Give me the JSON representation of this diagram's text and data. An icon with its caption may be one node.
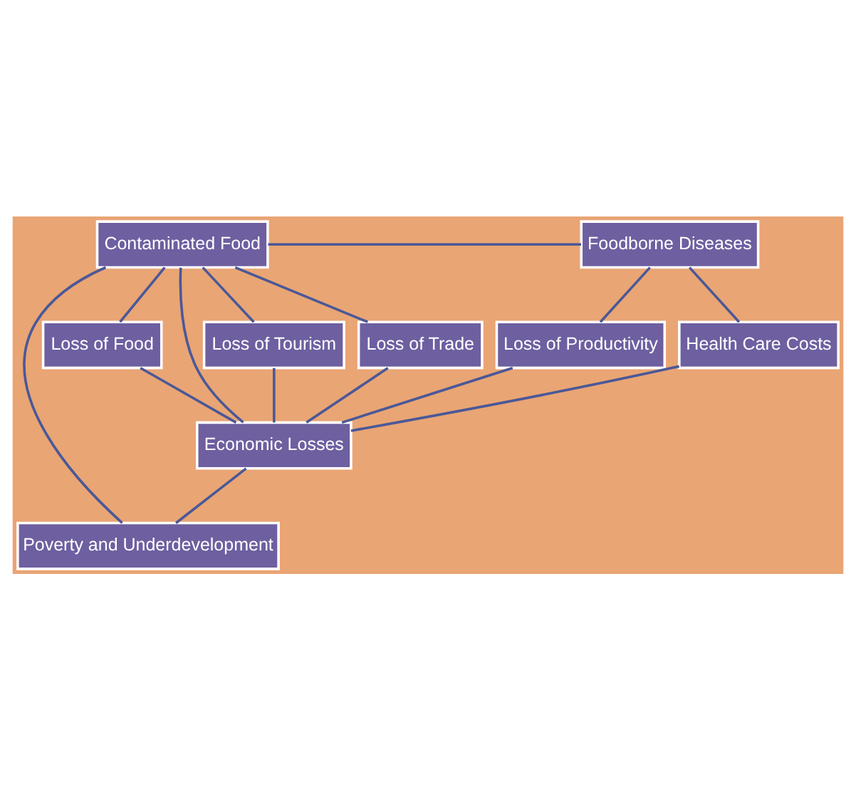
{
  "diagram": {
    "nodes": [
      {
        "text": [
          "Contaminated Food"
        ]
      },
      {
        "text": [
          "Foodborne Diseases"
        ]
      },
      {
        "text": [
          "Loss of Tourism"
        ]
      },
      {
        "text": [
          "Loss of Trade"
        ]
      },
      {
        "text": [
          "Loss of Food"
        ]
      },
      {
        "text": [
          "Health Care Costs"
        ]
      },
      {
        "text": [
          "Loss of Productivity"
        ]
      },
      {
        "text": [
          "Economic Losses"
        ]
      },
      {
        "text": [
          "Poverty and Underdevelopment"
        ]
      }
    ],
    "edges": [
      {
        "from": 0,
        "to": 1,
        "arrow": "none"
      },
      {
        "from": 0,
        "to": 2,
        "arrow": "none"
      },
      {
        "from": 0,
        "to": 3,
        "arrow": "none"
      },
      {
        "from": 0,
        "to": 4,
        "arrow": "none"
      },
      {
        "from": 1,
        "to": 5,
        "arrow": "none"
      },
      {
        "from": 1,
        "to": 6,
        "arrow": "none"
      },
      {
        "from": 2,
        "to": 7,
        "arrow": "none"
      },
      {
        "from": 3,
        "to": 7,
        "arrow": "none"
      },
      {
        "from": 4,
        "to": 7,
        "arrow": "none"
      },
      {
        "from": 5,
        "to": 7,
        "arrow": "none"
      },
      {
        "from": 6,
        "to": 7,
        "arrow": "none"
      },
      {
        "from": 0,
        "to": 7,
        "arrow": "none"
      },
      {
        "from": 0,
        "to": 8,
        "arrow": "none"
      },
      {
        "from": 7,
        "to": 8,
        "arrow": "none"
      }
    ]
  }
}
